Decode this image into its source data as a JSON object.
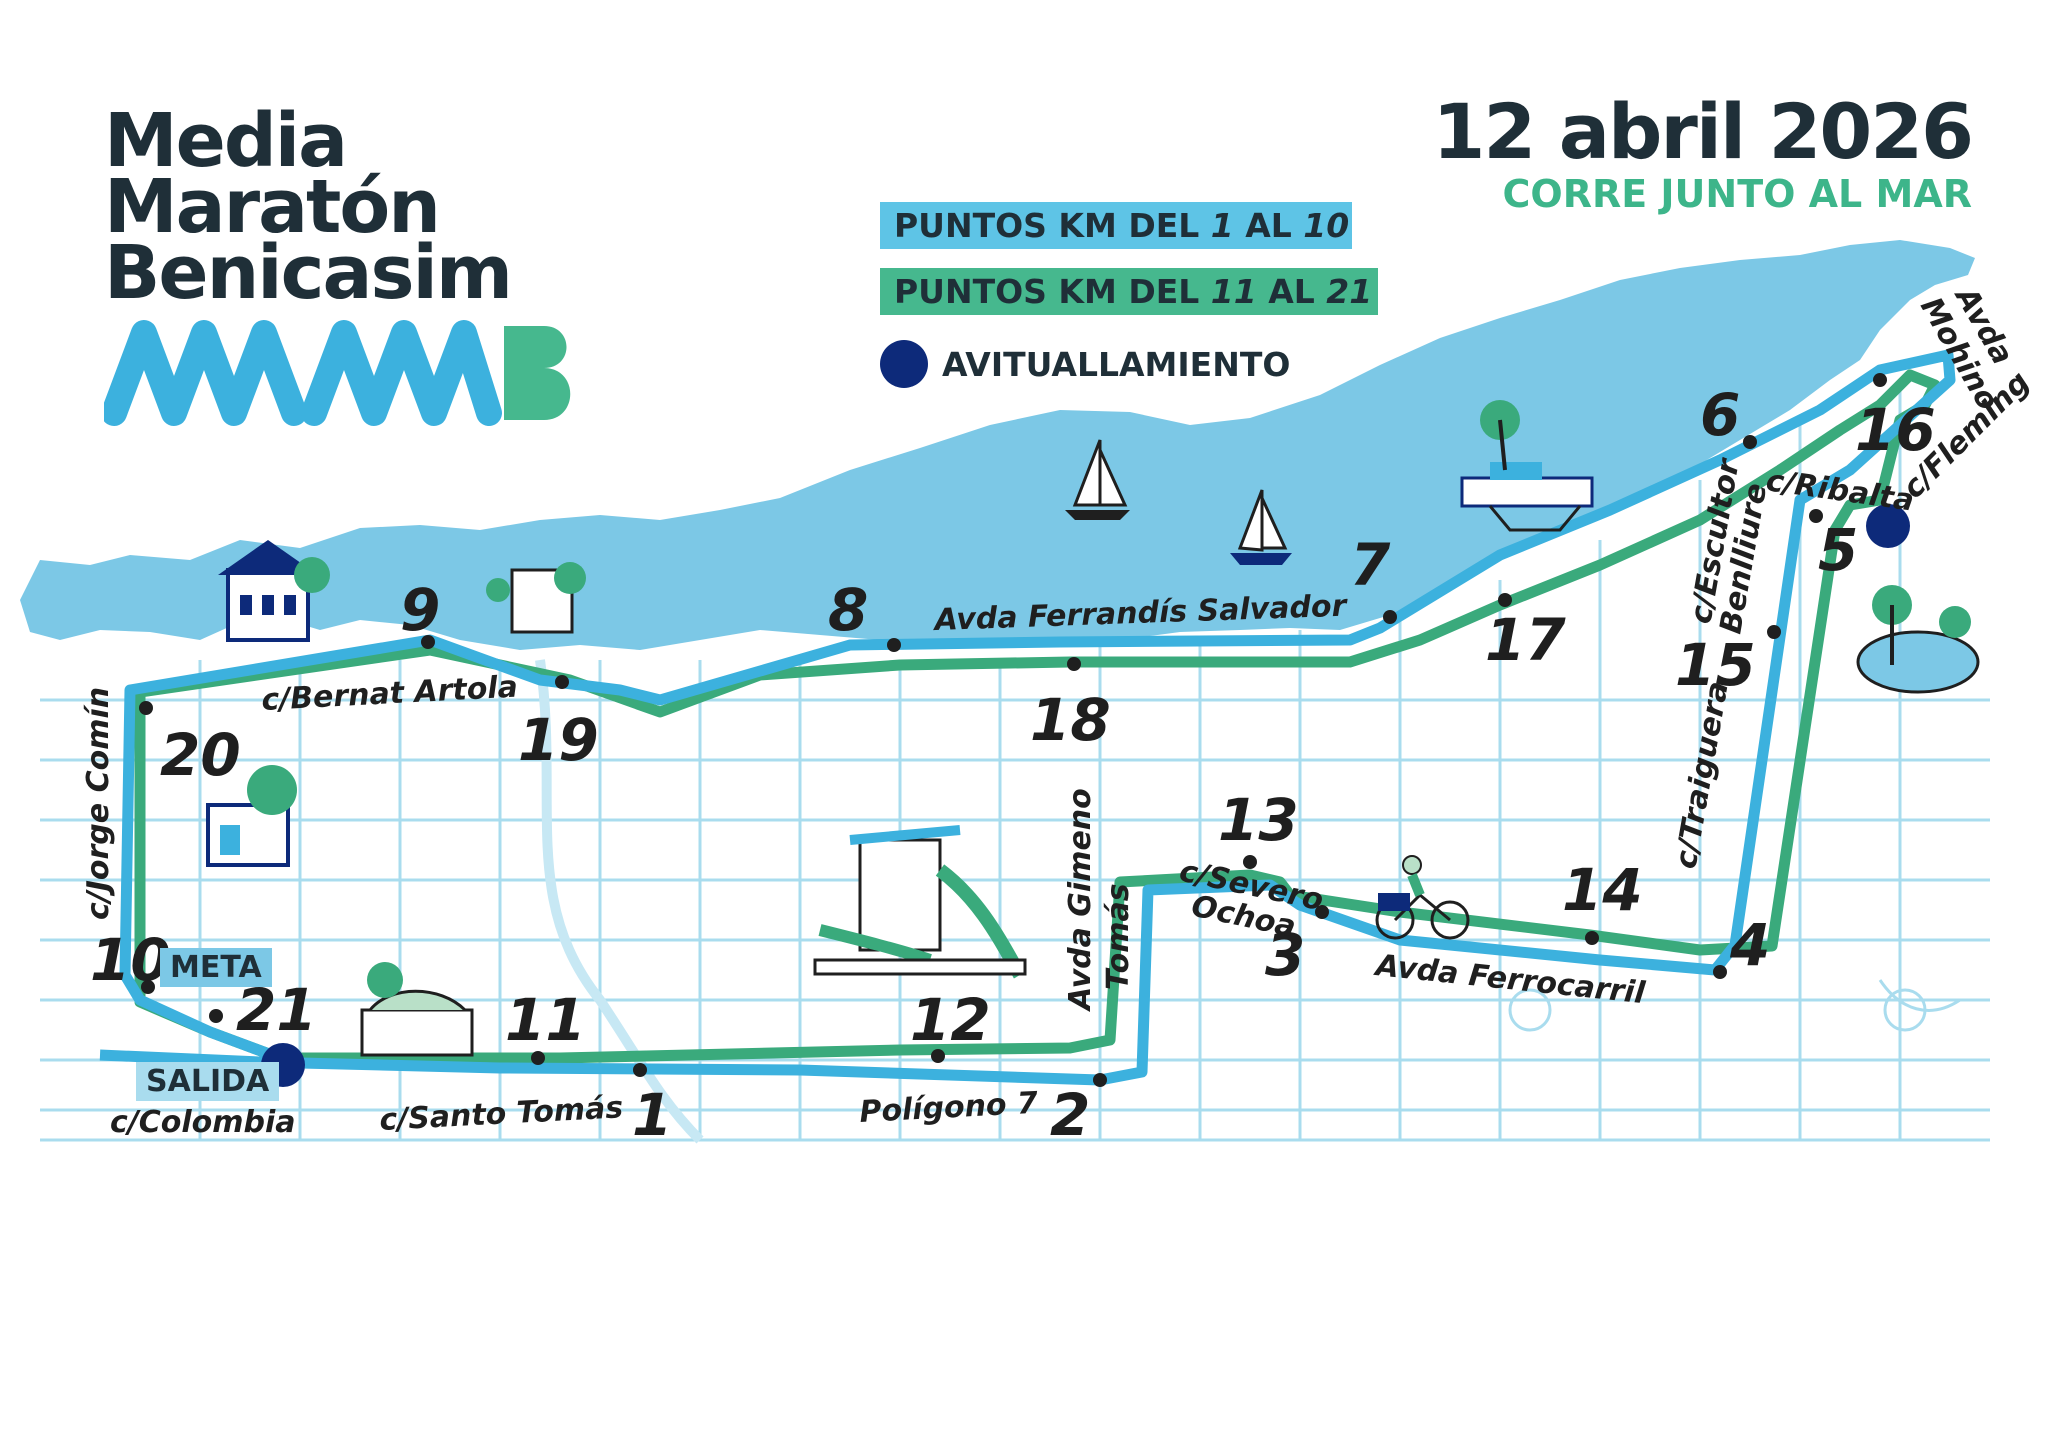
{
  "title": {
    "line1": "Media",
    "line2": "Maratón",
    "line3": "Benicasim",
    "logo_text": "MMB"
  },
  "event": {
    "date": "12 abril 2026",
    "slogan": "CORRE JUNTO AL MAR"
  },
  "legend": {
    "km_1_10": {
      "prefix": "PUNTOS KM DEL ",
      "from": "1",
      "mid": " AL ",
      "to": "10",
      "color": "#5ec4e6"
    },
    "km_11_21": {
      "prefix": "PUNTOS KM DEL ",
      "from": "11",
      "mid": " AL ",
      "to": "21",
      "color": "#46b88e"
    },
    "avituallamiento": {
      "label": "AVITUALLAMIENTO",
      "color": "#0d2a7a"
    }
  },
  "markers": {
    "start": "SALIDA",
    "finish": "META"
  },
  "km_points": [
    "1",
    "2",
    "3",
    "4",
    "5",
    "6",
    "7",
    "8",
    "9",
    "10",
    "11",
    "12",
    "13",
    "14",
    "15",
    "16",
    "17",
    "18",
    "19",
    "20",
    "21"
  ],
  "streets": {
    "ferrandis": "Avda Ferrandís Salvador",
    "artola": "c/Bernat Artola",
    "comin": "c/Jorge Comín",
    "colombia": "c/Colombia",
    "santo_tomas": "c/Santo Tomás",
    "poligono": "Polígono 7",
    "gimeno": "Avda Gimeno",
    "tomas": "Tomás",
    "severo": "c/Severo",
    "ochoa": "Ochoa",
    "ferrocarril": "Avda Ferrocarril",
    "traiguera": "c/Traiguera",
    "escultor": "c/Escultor",
    "benlliure": "Benlliure",
    "ribalta": "c/Ribalta",
    "fleming": "c/Fleming",
    "avda": "Avda",
    "mohino": "Mohino"
  },
  "colors": {
    "sea": "#7cc8e6",
    "route_first_half": "#3cb1de",
    "route_second_half": "#3aaa7c",
    "streets": "#a9dcee",
    "aid_station": "#0d2a7a"
  }
}
